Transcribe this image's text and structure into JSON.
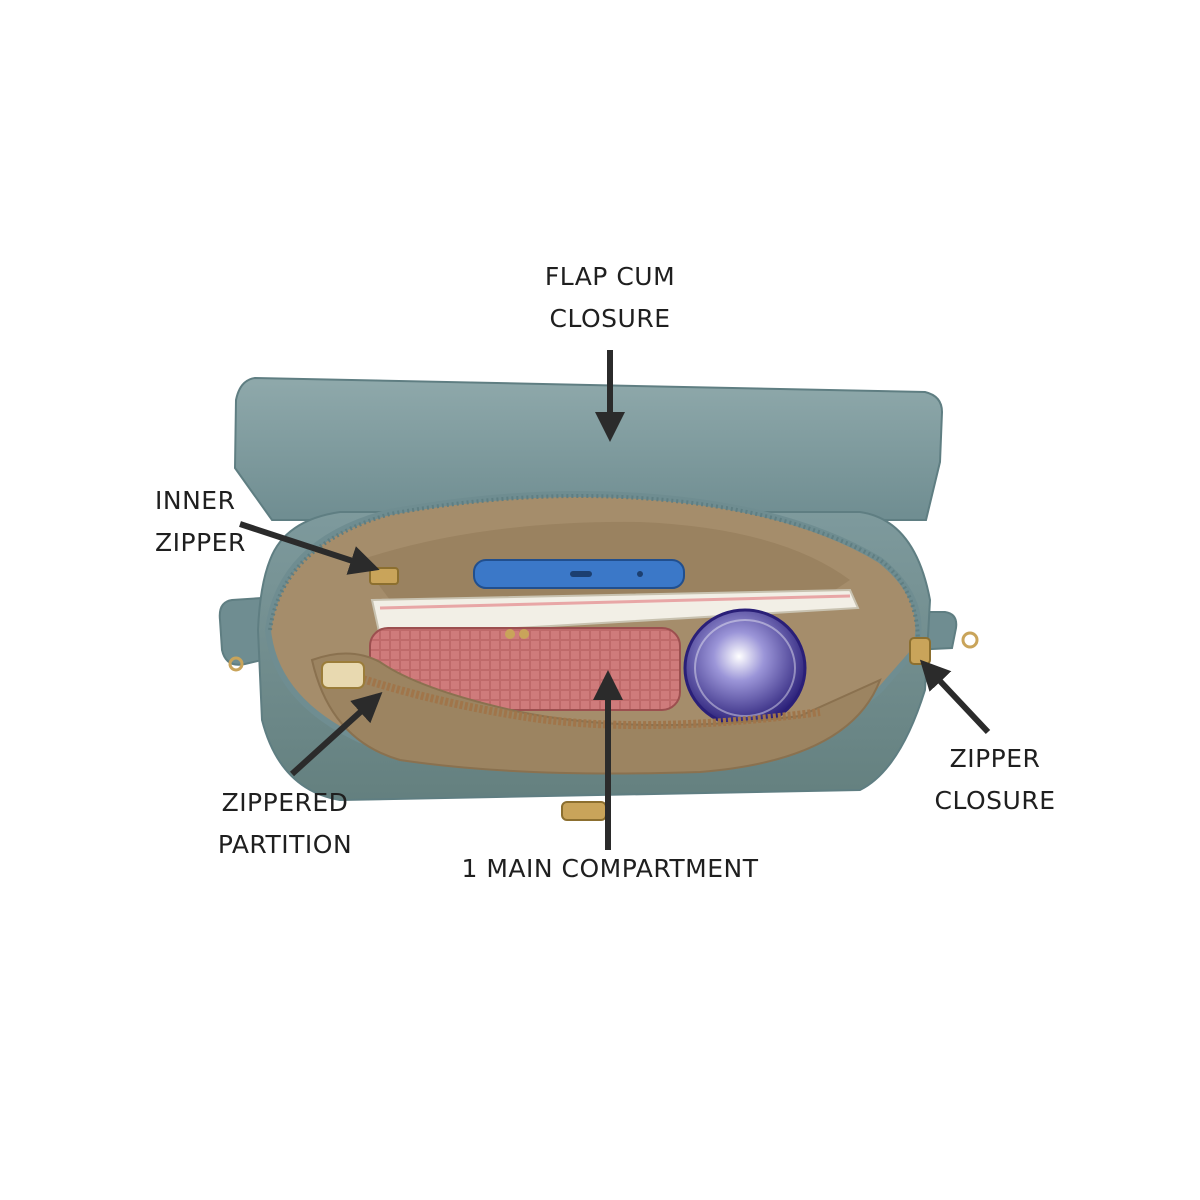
{
  "callouts": {
    "flap": {
      "line1": "FLAP CUM",
      "line2": "CLOSURE"
    },
    "inner_zipper": {
      "line1": "INNER",
      "line2": "ZIPPER"
    },
    "zippered_partition": {
      "line1": "ZIPPERED",
      "line2": "PARTITION"
    },
    "main_compartment": {
      "line1": "1 MAIN COMPARTMENT"
    },
    "zipper_closure": {
      "line1": "ZIPPER",
      "line2": "CLOSURE"
    }
  },
  "colors": {
    "bag_teal": "#7f9c9f",
    "bag_teal_dark": "#5f7e82",
    "lining": "#a58d6b",
    "lining_dark": "#8a714f",
    "wallet_pink": "#c06868",
    "phone_blue": "#3b78c8",
    "container_purple": "#5a4aa8",
    "gold": "#c9a45a",
    "arrow": "#2b2b2b"
  }
}
